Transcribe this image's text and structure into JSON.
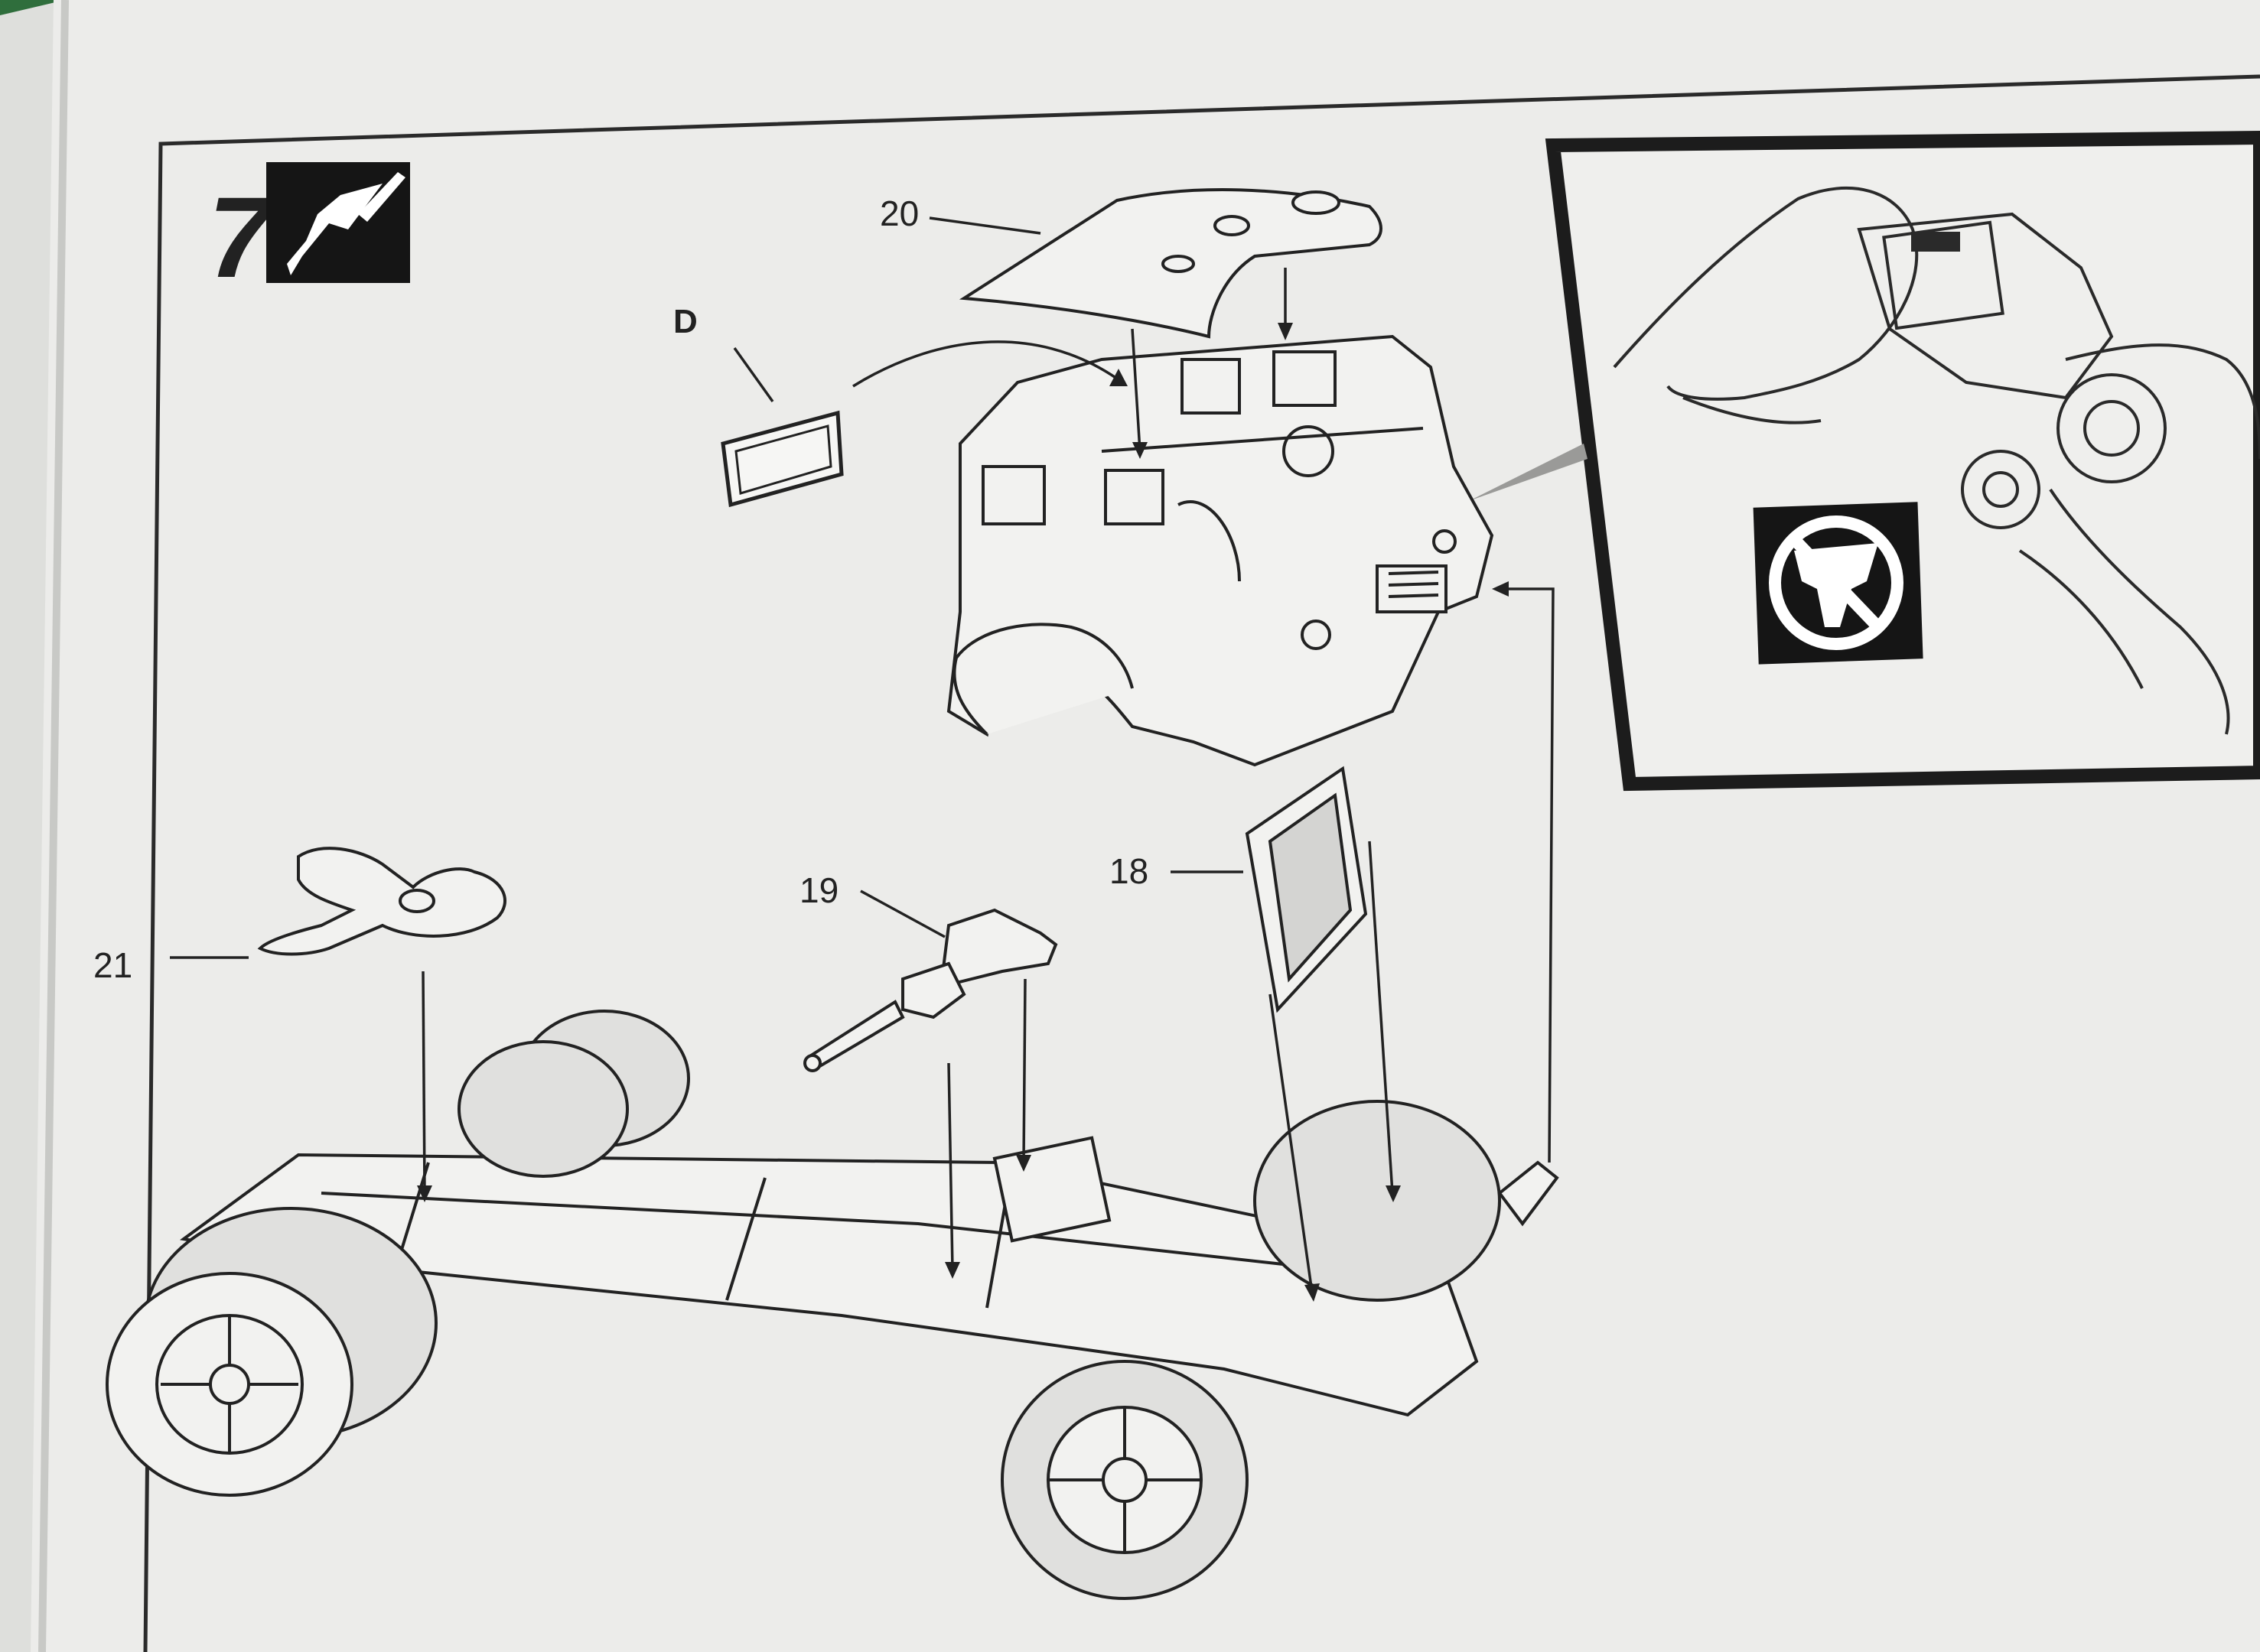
{
  "step": {
    "number": "7",
    "icon": "glue-tube-icon"
  },
  "parts": {
    "part_20": "20",
    "part_d": "D",
    "part_19": "19",
    "part_18": "18",
    "part_21": "21"
  },
  "inset": {
    "hands_icon": "hands-holding-cab-icon",
    "no_glue_icon": "no-glue-icon"
  },
  "colors": {
    "paper": "#ececea",
    "ink": "#222222",
    "background": "#2f6e3c"
  }
}
